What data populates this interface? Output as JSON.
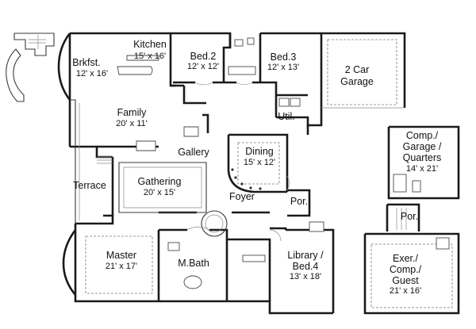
{
  "rooms": {
    "brkfst": {
      "name": "Brkfst.",
      "dims": "12' x 16'"
    },
    "kitchen": {
      "name": "Kitchen",
      "dims": "15' x 16'"
    },
    "bed2": {
      "name": "Bed.2",
      "dims": "12' x 12'"
    },
    "bed3": {
      "name": "Bed.3",
      "dims": "12' x 13'"
    },
    "garage": {
      "name_line1": "2 Car",
      "name_line2": "Garage"
    },
    "family": {
      "name": "Family",
      "dims": "20' x 11'"
    },
    "util": {
      "name": "Util."
    },
    "comp_garage": {
      "line1": "Comp./",
      "line2": "Garage /",
      "line3": "Quarters",
      "dims": "14' x 21'"
    },
    "gallery": {
      "name": "Gallery"
    },
    "dining": {
      "name": "Dining",
      "dims": "15' x 12'"
    },
    "gathering": {
      "name": "Gathering",
      "dims": "20' x 15'"
    },
    "terrace": {
      "name": "Terrace"
    },
    "foyer": {
      "name": "Foyer"
    },
    "por_front": {
      "name": "Por."
    },
    "por_side": {
      "name": "Por."
    },
    "master": {
      "name": "Master",
      "dims": "21' x 17'"
    },
    "mbath": {
      "name": "M.Bath"
    },
    "library": {
      "line1": "Library /",
      "line2": "Bed.4",
      "dims": "13' x 18'"
    },
    "exer": {
      "line1": "Exer./",
      "line2": "Comp./",
      "line3": "Guest",
      "dims": "21' x 16'"
    }
  }
}
